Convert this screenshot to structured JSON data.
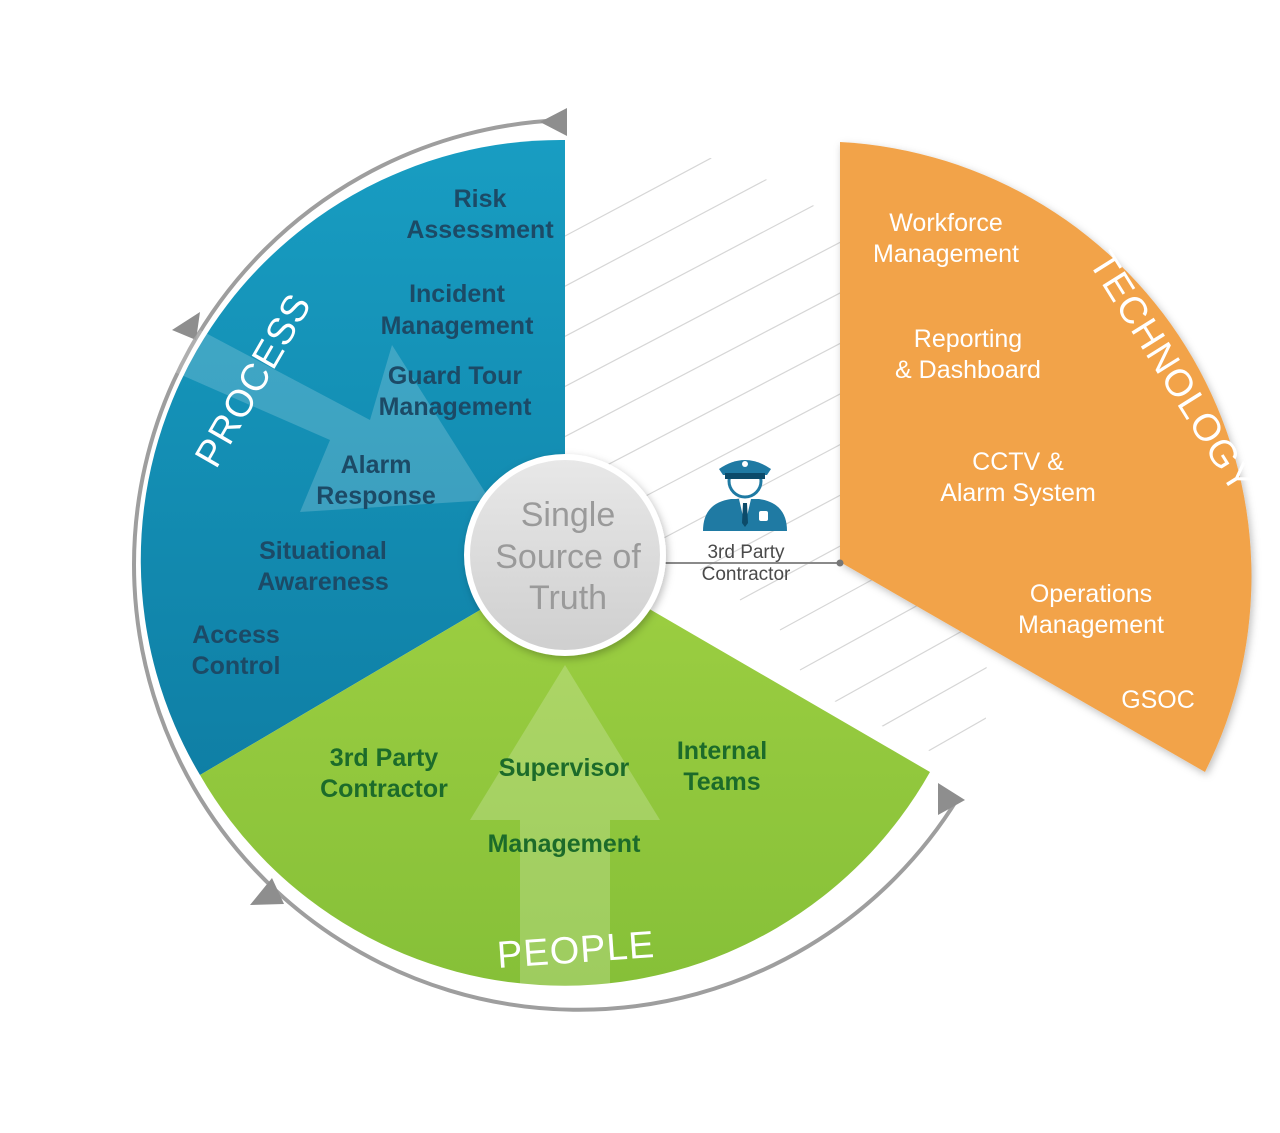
{
  "segments": {
    "process": {
      "title": "PROCESS",
      "color": "#1593b7",
      "items": [
        {
          "line1": "Risk",
          "line2": "Assessment"
        },
        {
          "line1": "Incident",
          "line2": "Management"
        },
        {
          "line1": "Guard Tour",
          "line2": "Management"
        },
        {
          "line1": "Alarm",
          "line2": "Response"
        },
        {
          "line1": "Situational",
          "line2": "Awareness"
        },
        {
          "line1": "Access",
          "line2": "Control"
        }
      ]
    },
    "people": {
      "title": "PEOPLE",
      "color": "#8dc63f",
      "items": [
        {
          "line1": "3rd Party",
          "line2": "Contractor"
        },
        {
          "line1": "Supervisor",
          "line2": ""
        },
        {
          "line1": "Internal",
          "line2": "Teams"
        },
        {
          "line1": "Management",
          "line2": ""
        }
      ]
    },
    "technology": {
      "title": "TECHNOLOGY",
      "color": "#f2a34a",
      "items": [
        {
          "line1": "Workforce",
          "line2": "Management"
        },
        {
          "line1": "Reporting",
          "line2": "& Dashboard"
        },
        {
          "line1": "CCTV &",
          "line2": "Alarm System"
        },
        {
          "line1": "Operations",
          "line2": "Management"
        },
        {
          "line1": "GSOC",
          "line2": ""
        }
      ]
    }
  },
  "hub": {
    "line1": "Single",
    "line2": "Source of",
    "line3": "Truth"
  },
  "contractor": {
    "icon": "security-guard-icon",
    "line1": "3rd Party",
    "line2": "Contractor"
  }
}
